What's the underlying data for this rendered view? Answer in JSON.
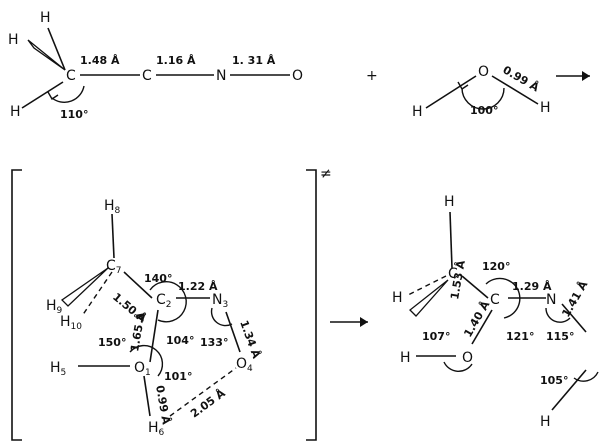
{
  "reactant": {
    "atoms": {
      "h_top": "H",
      "h_wedge": "H",
      "h_bottom": "H",
      "c1": "C",
      "c2": "C",
      "n": "N",
      "o": "O"
    },
    "bonds": {
      "c1_c2": "1.48 Å",
      "c2_n": "1.16 Å",
      "n_o": "1. 31 Å"
    },
    "angle": "110°"
  },
  "plus": "+",
  "water": {
    "atoms": {
      "o": "O",
      "h_left": "H",
      "h_right": "H"
    },
    "bond": "0.99 Å",
    "angle": "100°"
  },
  "transition_state": {
    "symbol": "≠",
    "atoms": {
      "h8": "H",
      "h8_sub": "8",
      "c7": "C",
      "c7_sub": "7",
      "h9": "H",
      "h9_sub": "9",
      "h10": "H",
      "h10_sub": "10",
      "c2": "C",
      "c2_sub": "2",
      "n3": "N",
      "n3_sub": "3",
      "o4": "O",
      "o4_sub": "4",
      "h5": "H",
      "h5_sub": "5",
      "o1": "O",
      "o1_sub": "1",
      "h6": "H",
      "h6_sub": "6"
    },
    "bonds": {
      "c7_c2": "1.50 Å",
      "c2_n3": "1.22 Å",
      "n3_o4": "1.34 Å",
      "o1_c2": "1.65 Å",
      "o1_h6": "0.99 Å",
      "h6_o4": "2.05 Å"
    },
    "angles": {
      "a140": "140°",
      "a104": "104°",
      "a150": "150°",
      "a101": "101°",
      "a133": "133°"
    }
  },
  "product": {
    "atoms": {
      "h_top": "H",
      "h_left": "H",
      "c1": "C",
      "c2": "C",
      "n": "N",
      "o_ring": "O",
      "h_o": "H",
      "h_right": "H"
    },
    "bonds": {
      "c1_c2": "1.53 Å",
      "c2_n": "1.29 Å",
      "c2_o": "1.40 Å",
      "n_o": "1.41 Å"
    },
    "angles": {
      "a120": "120°",
      "a107": "107°",
      "a121": "121°",
      "a115": "115°",
      "a105": "105°"
    }
  }
}
